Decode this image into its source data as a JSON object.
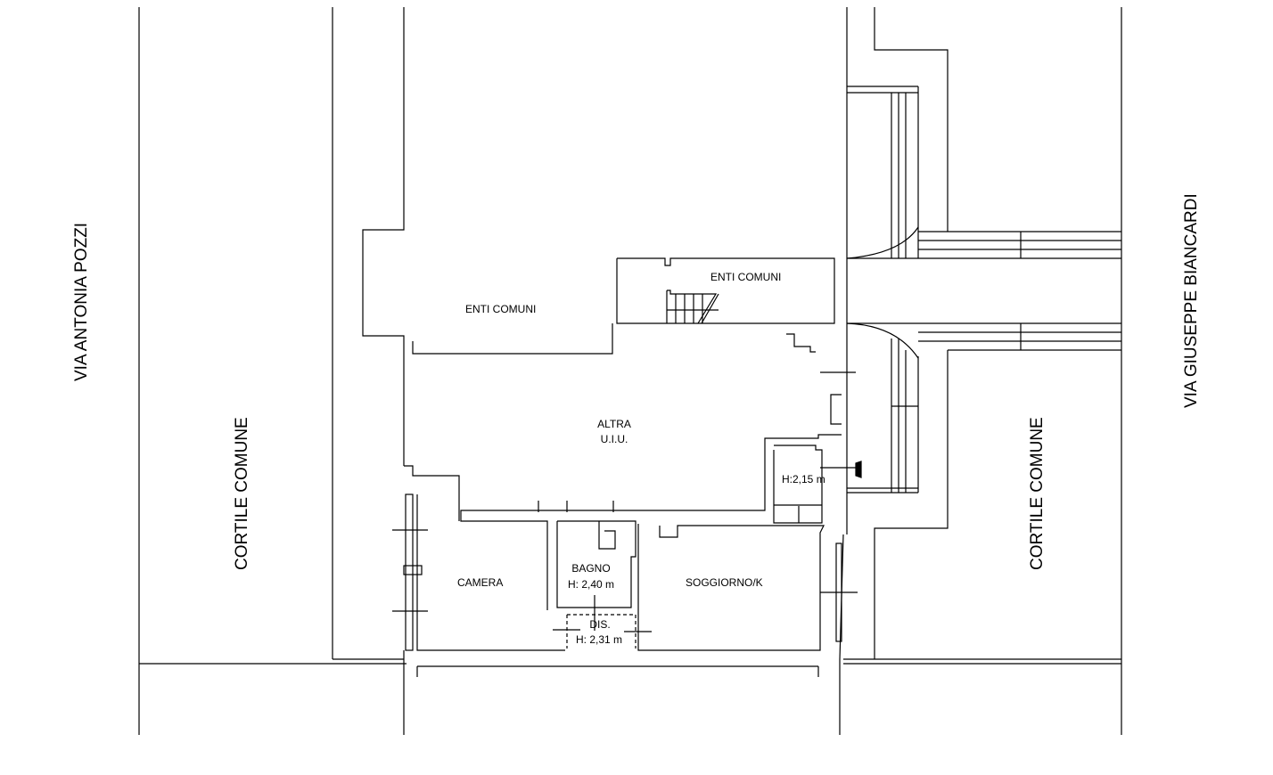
{
  "streets": {
    "left": "VIA ANTONIA POZZI",
    "right": "VIA GIUSEPPE BIANCARDI"
  },
  "courtyards": {
    "left": "CORTILE COMUNE",
    "right": "CORTILE COMUNE"
  },
  "rooms": {
    "enti_comuni_left": "ENTI COMUNI",
    "enti_comuni_right": "ENTI COMUNI",
    "altra_line1": "ALTRA",
    "altra_line2": "U.I.U.",
    "ripostiglio_height": "H:2,15 m",
    "camera": "CAMERA",
    "bagno": "BAGNO",
    "bagno_height": "H: 2,40 m",
    "dis": "DIS.",
    "dis_height": "H: 2,31 m",
    "soggiorno": "SOGGIORNO/K"
  },
  "colors": {
    "line": "#000000",
    "background": "#ffffff"
  }
}
